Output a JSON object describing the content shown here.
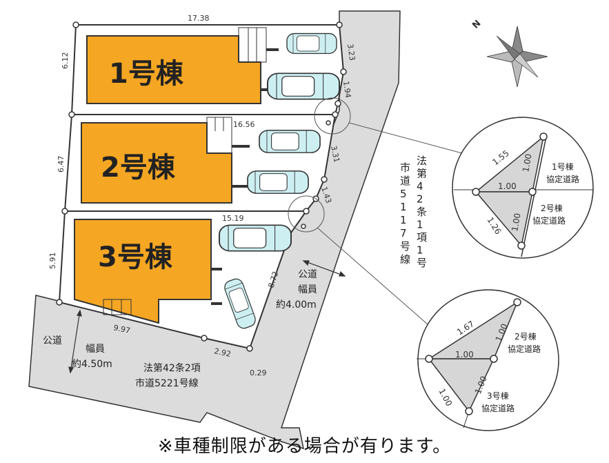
{
  "colors": {
    "building": "#F5A623",
    "road": "#DCDCDC",
    "car": "#CDEFF2",
    "line": "#333333"
  },
  "buildings": [
    {
      "label": "1号棟"
    },
    {
      "label": "2号棟"
    },
    {
      "label": "3号棟"
    }
  ],
  "dimensions": {
    "lot1_top": "17.38",
    "lot1_left": "6.12",
    "lot1_right_a": "3.23",
    "lot1_right_b": "1.94",
    "lot2_top": "16.56",
    "lot2_left": "6.47",
    "lot2_right_a": "3.31",
    "lot2_right_b": "1.43",
    "lot3_top": "15.19",
    "lot3_left": "5.91",
    "lot3_right": "8.72",
    "lot3_bottom_a": "9.97",
    "lot3_bottom_b": "2.92",
    "lot3_bottom_c": "0.29"
  },
  "roads": {
    "east": {
      "title": "公道",
      "width_label": "幅員",
      "width_value": "約4.00m"
    },
    "south": {
      "title": "公道",
      "width_label": "幅員",
      "width_value": "約4.50m",
      "law": "法第42条2項",
      "name": "市道5221号線"
    },
    "east_law_vertical": [
      "法",
      "第",
      "4",
      "2",
      "条",
      "1",
      "項",
      "1",
      "号"
    ],
    "east_name_vertical": [
      "市",
      "道",
      "5",
      "1",
      "1",
      "7",
      "号",
      "線"
    ]
  },
  "details": [
    {
      "name": "detail-1",
      "d1": "1.55",
      "d2": "1.00",
      "d3": "1.00",
      "d4": "1.00",
      "d5": "1.26",
      "upper_label": [
        "1号棟",
        "協定道路"
      ],
      "lower_label": [
        "2号棟",
        "協定道路"
      ]
    },
    {
      "name": "detail-2",
      "d1": "1.67",
      "d2": "1.00",
      "d3": "1.00",
      "d4": "1.00",
      "d5": "1.00",
      "upper_label": [
        "2号棟",
        "協定道路"
      ],
      "lower_label": [
        "3号棟",
        "協定道路"
      ]
    }
  ],
  "compass": {
    "north_label": "N"
  },
  "note": "※車種制限がある場合が有ります。"
}
